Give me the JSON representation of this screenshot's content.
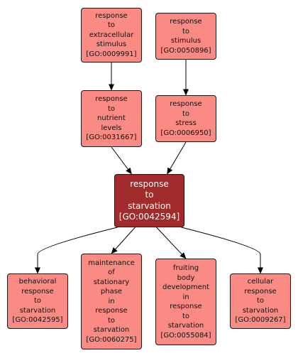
{
  "colors": {
    "node_fill": "#f98a84",
    "focus_fill": "#a12a2a",
    "border": "#1a1a1a",
    "edge": "#000000"
  },
  "nodes": [
    {
      "key": "n0009991",
      "lines": [
        "response",
        "to",
        "extracellular",
        "stimulus",
        "[GO:0009991]"
      ]
    },
    {
      "key": "n0050896",
      "lines": [
        "response",
        "to",
        "stimulus",
        "[GO:0050896]"
      ]
    },
    {
      "key": "n0031667",
      "lines": [
        "response",
        "to",
        "nutrient",
        "levels",
        "[GO:0031667]"
      ]
    },
    {
      "key": "n0006950",
      "lines": [
        "response",
        "to",
        "stress",
        "[GO:0006950]"
      ]
    },
    {
      "key": "n0042594",
      "focus": true,
      "lines": [
        "response",
        "to",
        "starvation",
        "[GO:0042594]"
      ]
    },
    {
      "key": "n0042595",
      "lines": [
        "behavioral",
        "response",
        "to",
        "starvation",
        "[GO:0042595]"
      ]
    },
    {
      "key": "n0060275",
      "lines": [
        "maintenance",
        "of",
        "stationary",
        "phase",
        "in",
        "response",
        "to",
        "starvation",
        "[GO:0060275]"
      ]
    },
    {
      "key": "n0055084",
      "lines": [
        "fruiting",
        "body",
        "development",
        "in",
        "response",
        "to",
        "starvation",
        "[GO:0055084]"
      ]
    },
    {
      "key": "n0009267",
      "lines": [
        "cellular",
        "response",
        "to",
        "starvation",
        "[GO:0009267]"
      ]
    }
  ],
  "edges": [
    {
      "from": "n0009991",
      "to": "n0031667"
    },
    {
      "from": "n0050896",
      "to": "n0006950"
    },
    {
      "from": "n0031667",
      "to": "n0042594"
    },
    {
      "from": "n0006950",
      "to": "n0042594"
    },
    {
      "from": "n0042594",
      "to": "n0042595"
    },
    {
      "from": "n0042594",
      "to": "n0060275"
    },
    {
      "from": "n0042594",
      "to": "n0055084"
    },
    {
      "from": "n0042594",
      "to": "n0009267"
    }
  ]
}
